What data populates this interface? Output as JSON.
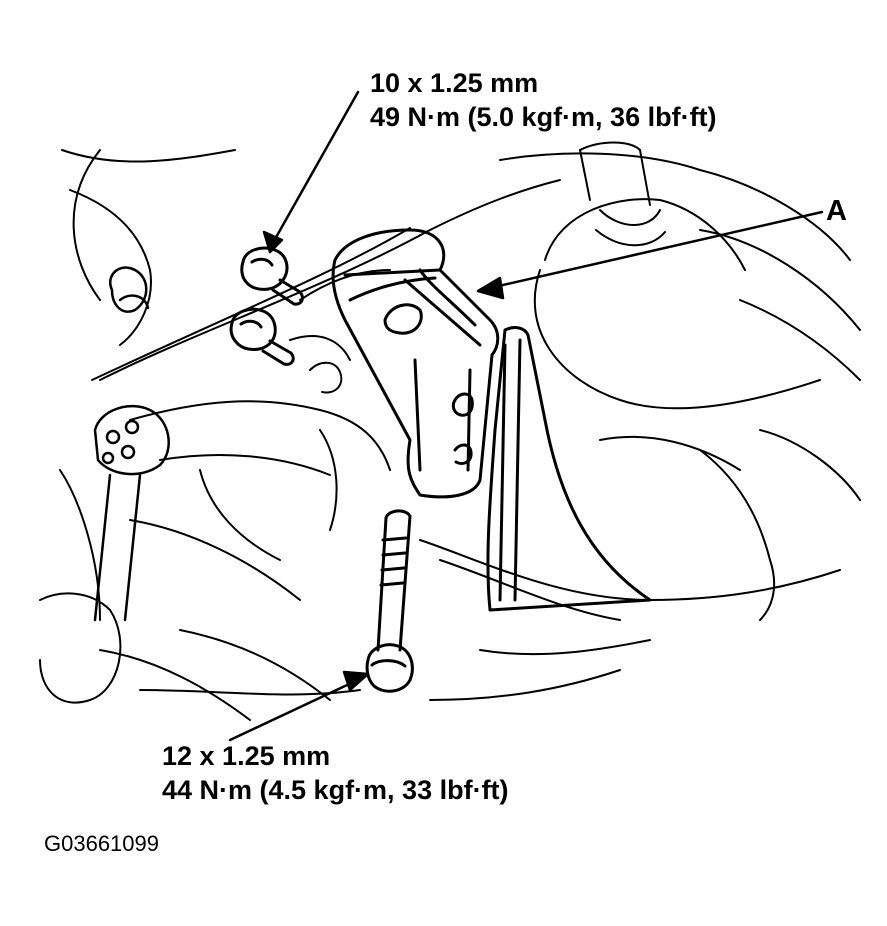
{
  "callouts": {
    "top_bolt": {
      "size": "10 x 1.25 mm",
      "torque": "49 N·m (5.0 kgf·m, 36 lbf·ft)"
    },
    "bottom_bolt": {
      "size": "12 x 1.25 mm",
      "torque": "44 N·m (4.5 kgf·m, 33 lbf·ft)"
    },
    "part_label": "A"
  },
  "figure_code": "G03661099",
  "colors": {
    "ink": "#000000",
    "paper": "#ffffff"
  }
}
